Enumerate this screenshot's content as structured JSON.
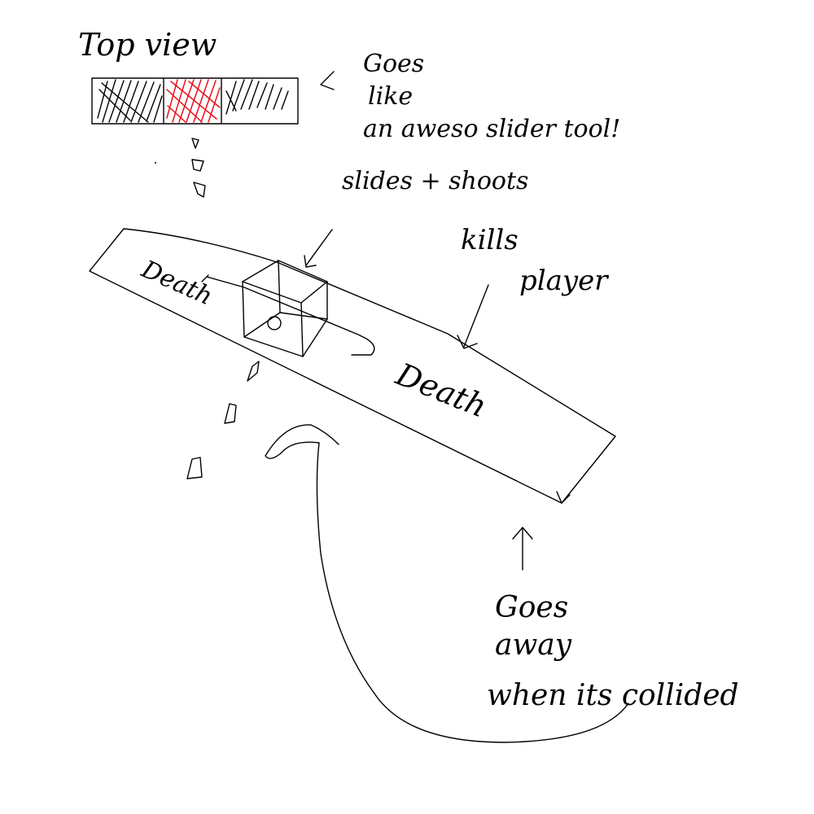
{
  "labels": {
    "top_view": "Top view",
    "note_line1": "Goes",
    "note_line2": "like",
    "note_line3": "an aweso slider tool!",
    "note_line4": "slides + shoots",
    "kills_line1": "kills",
    "kills_line2": "player",
    "death_left": "Death",
    "death_right": "Death",
    "goes_line1": "Goes",
    "goes_line2": "away",
    "goes_line3": "when its collided"
  },
  "colors": {
    "ink": "#000000",
    "highlight": "#e8101c",
    "paper": "#ffffff"
  }
}
